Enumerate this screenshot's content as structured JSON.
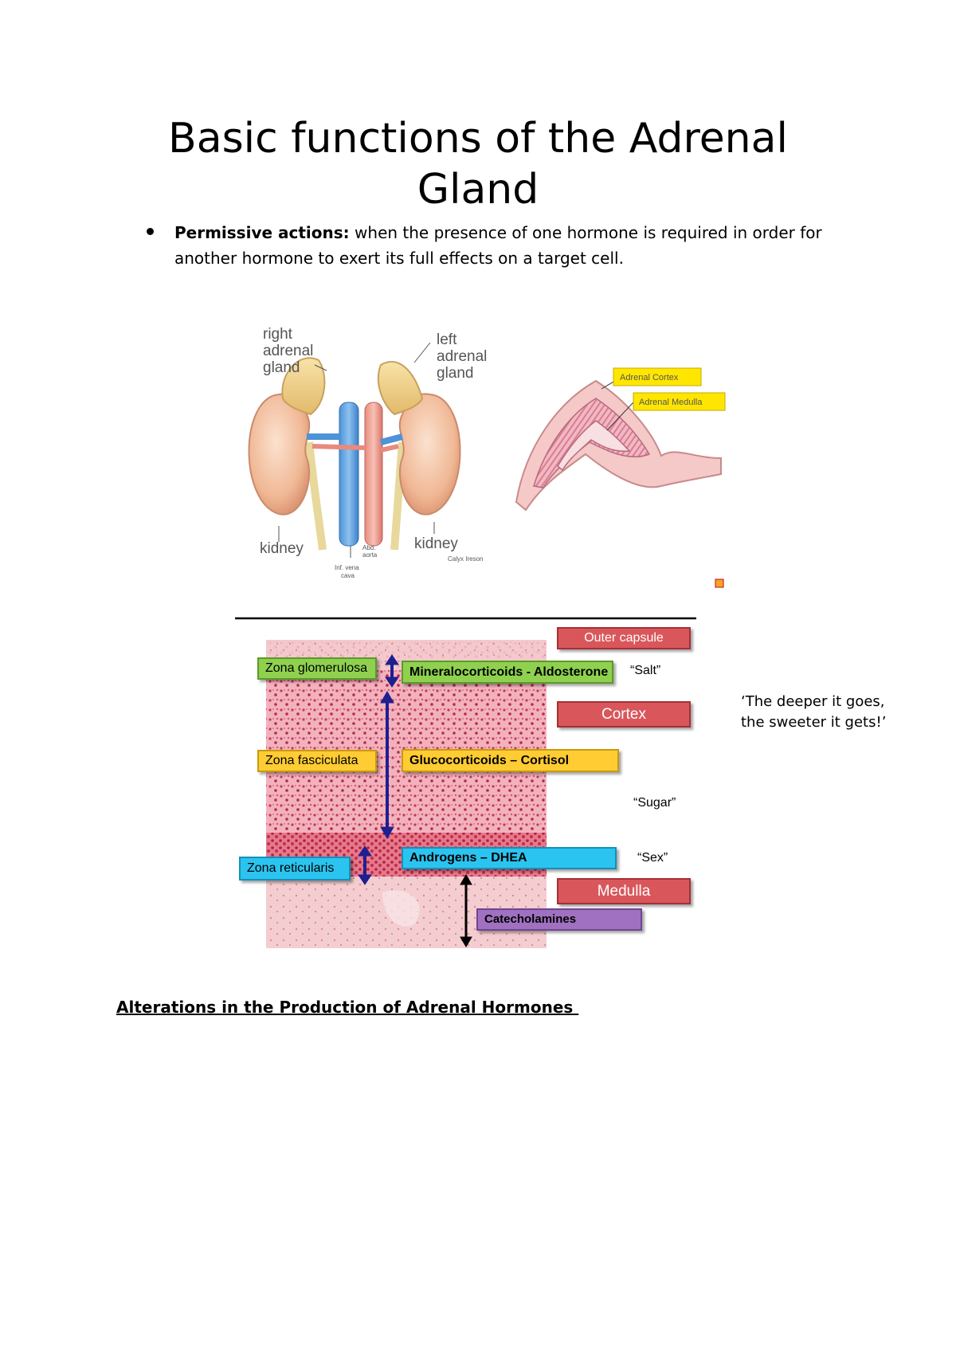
{
  "document": {
    "title": "Basic functions of the Adrenal Gland",
    "bullet": {
      "term": "Permissive actions:",
      "text": " when the presence of one hormone is required in order for another hormone to exert its full effects on a target cell."
    }
  },
  "kidney_figure": {
    "right_adrenal_label": [
      "right",
      "adrenal",
      "gland"
    ],
    "left_adrenal_label": [
      "left",
      "adrenal",
      "gland"
    ],
    "kidney_left": "kidney",
    "kidney_right": "kidney",
    "aorta_label": [
      "Abd.",
      "aorta"
    ],
    "vena_cava_label": [
      "Inf. vena",
      "cava"
    ],
    "credit": "Calyx Ireson"
  },
  "section_figure": {
    "cortex_label": "Adrenal Cortex",
    "medulla_label": "Adrenal Medulla"
  },
  "histology": {
    "zones": {
      "glomerulosa": "Zona glomerulosa",
      "fasciculata": "Zona fasciculata",
      "reticularis": "Zona reticularis"
    },
    "hormones": {
      "mineralocorticoids": "Mineralocorticoids - Aldosterone",
      "glucocorticoids": "Glucocorticoids – Cortisol",
      "androgens": "Androgens – DHEA",
      "catecholamines": "Catecholamines"
    },
    "regions": {
      "outer_capsule": "Outer capsule",
      "cortex": "Cortex",
      "medulla": "Medulla"
    },
    "quotes": {
      "salt": "“Salt”",
      "sugar": "“Sugar”",
      "sex": "“Sex”"
    }
  },
  "side_note": "‘The deeper it goes,\nthe sweeter it gets!’",
  "section_heading": "Alterations in the Production of Adrenal Hormones ",
  "colors": {
    "green": "#8fd14f",
    "yellow": "#ffcc33",
    "cyan": "#2bc4f0",
    "red": "#d9575b",
    "purple": "#a071c0",
    "arrow_blue": "#1f1f8f"
  }
}
